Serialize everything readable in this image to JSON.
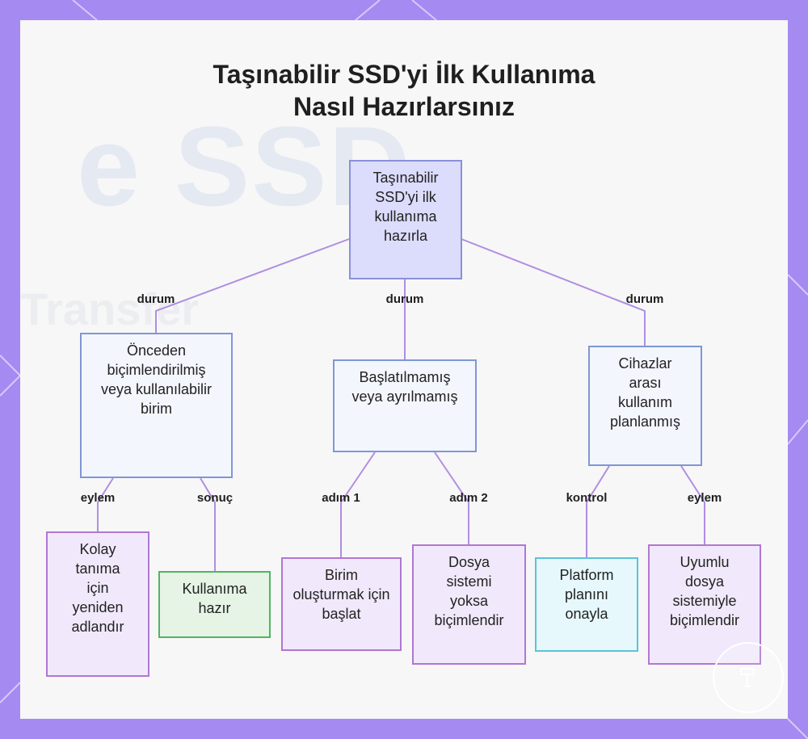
{
  "title": {
    "line1": "Taşınabilir SSD'yi İlk Kullanıma",
    "line2": "Nasıl Hazırlarsınız"
  },
  "watermark": {
    "text": "e SSD",
    "sub": "Transfer"
  },
  "nodes": {
    "root": "Taşınabilir SSD'yi ilk kullanıma hazırla",
    "preformatted": "Önceden biçimlendirilmiş veya kullanılabilir birim",
    "uninitialized": "Başlatılmamış veya ayrılmamış",
    "crossplatform": "Cihazlar arası kullanım planlanmış",
    "rename": "Kolay tanıma için yeniden adlandır",
    "ready": "Kullanıma hazır",
    "init_volume": "Birim oluşturmak için başlat",
    "format_fs": "Dosya sistemi yoksa biçimlendir",
    "confirm_platform": "Platform planını onayla",
    "format_compatible": "Uyumlu dosya sistemiyle biçimlendir"
  },
  "edge_labels": {
    "durum_left": "durum",
    "durum_mid": "durum",
    "durum_right": "durum",
    "eylem_left": "eylem",
    "sonuc": "sonuç",
    "adim1": "adım 1",
    "adim2": "adım 2",
    "kontrol": "kontrol",
    "eylem_right": "eylem"
  },
  "colors": {
    "edge": "#b08ee0",
    "root_fill": "#dcdcfc",
    "purple_border": "#b077d3",
    "green_border": "#52b460",
    "cyan_border": "#5ac4d5",
    "frame": "#a58af2"
  },
  "badge_icon": "hammer-icon"
}
